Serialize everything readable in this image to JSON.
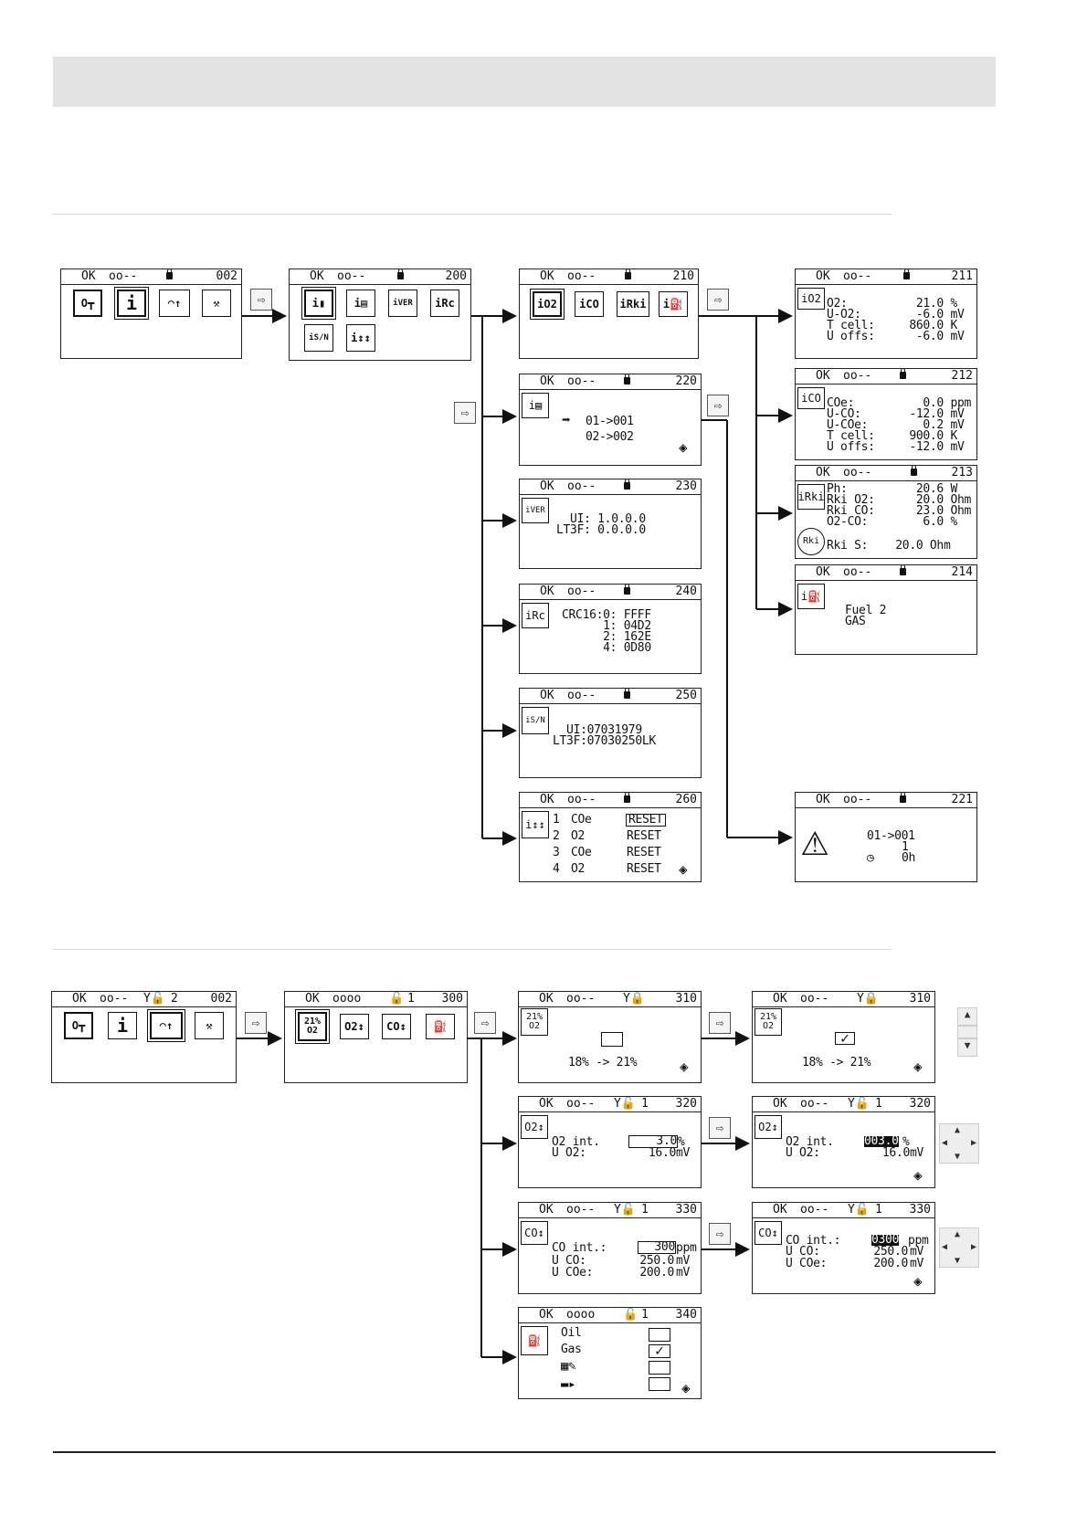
{
  "status_ok": "OK",
  "conn_dash": "oo--",
  "conn_full": "oooo",
  "screens": {
    "s002a": {
      "number": "002"
    },
    "s200": {
      "number": "200"
    },
    "s210": {
      "number": "210",
      "icons": [
        "iO2",
        "iCO",
        "iRki",
        "i⛽"
      ]
    },
    "s211": {
      "number": "211",
      "icon": "iO2",
      "rows": [
        "O2:          21.0 %",
        "U-O2:        -6.0 mV",
        "T cell:     860.0 K",
        "U offs:      -6.0 mV"
      ]
    },
    "s212": {
      "number": "212",
      "icon": "iCO",
      "rows": [
        "COe:          0.0 ppm",
        "U-CO:       -12.0 mV",
        "U-COe:        0.2 mV",
        "T cell:     900.0 K",
        "U offs:     -12.0 mV"
      ]
    },
    "s213": {
      "number": "213",
      "icon": "iRki",
      "icon2": "Rki",
      "rows": [
        "Ph:          20.6 W",
        "Rki O2:      20.0 Ohm",
        "Rki CO:      23.0 Ohm",
        "O2-CO:        6.0 %"
      ],
      "row_last": "Rki S:    20.0 Ohm"
    },
    "s214": {
      "number": "214",
      "rows": [
        "Fuel 2",
        "GAS"
      ]
    },
    "s220": {
      "number": "220",
      "rows": [
        "01->001",
        "02->002"
      ]
    },
    "s221": {
      "number": "221",
      "rows": [
        "01->001",
        "1",
        "0h"
      ]
    },
    "s230": {
      "number": "230",
      "rows": [
        "  UI: 1.0.0.0",
        "LT3F: 0.0.0.0"
      ]
    },
    "s240": {
      "number": "240",
      "rows": [
        "CRC16:0: FFFF",
        "      1: 04D2",
        "      2: 162E",
        "      4: 0D80"
      ]
    },
    "s250": {
      "number": "250",
      "rows": [
        "  UI:07031979",
        "LT3F:07030250LK"
      ]
    },
    "s260": {
      "number": "260",
      "items": [
        {
          "n": "1",
          "g": "COe",
          "a": "RESET"
        },
        {
          "n": "2",
          "g": "O2",
          "a": "RESET"
        },
        {
          "n": "3",
          "g": "COe",
          "a": "RESET"
        },
        {
          "n": "4",
          "g": "O2",
          "a": "RESET"
        }
      ]
    },
    "s002b": {
      "number": "002",
      "level": "2"
    },
    "s300": {
      "number": "300",
      "level": "1",
      "icons": [
        "21%\nO2",
        "O2↕",
        "CO↕",
        "⛽"
      ]
    },
    "s310a": {
      "number": "310",
      "icon": "21%\nO2",
      "text": "18% -> 21%"
    },
    "s310b": {
      "number": "310",
      "icon": "21%\nO2",
      "text": "18% -> 21%"
    },
    "s320a": {
      "number": "320",
      "level": "1",
      "icon": "O2↕",
      "l1": "O2 int.",
      "v1": "3.0",
      "u1": "%",
      "l2": "U O2:",
      "v2": "16.0",
      "u2": "mV"
    },
    "s320b": {
      "number": "320",
      "level": "1",
      "icon": "O2↕",
      "l1": "O2 int.",
      "v1": "003.0",
      "u1": "%",
      "l2": "U O2:",
      "v2": "16.0",
      "u2": "mV"
    },
    "s330a": {
      "number": "330",
      "level": "1",
      "icon": "CO↕",
      "l1": "CO int.:",
      "v1": "300",
      "u1": "ppm",
      "l2": "U CO:",
      "v2": "250.0",
      "u2": "mV",
      "l3": "U COe:",
      "v3": "200.0",
      "u3": "mV"
    },
    "s330b": {
      "number": "330",
      "level": "1",
      "icon": "CO↕",
      "l1": "CO int.:",
      "v1": "0300",
      "u1": "ppm",
      "l2": "U CO:",
      "v2": "250.0",
      "u2": "mV",
      "l3": "U COe:",
      "v3": "200.0",
      "u3": "mV"
    },
    "s340": {
      "number": "340",
      "level": "1",
      "rows": [
        "Oil",
        "Gas"
      ]
    }
  }
}
